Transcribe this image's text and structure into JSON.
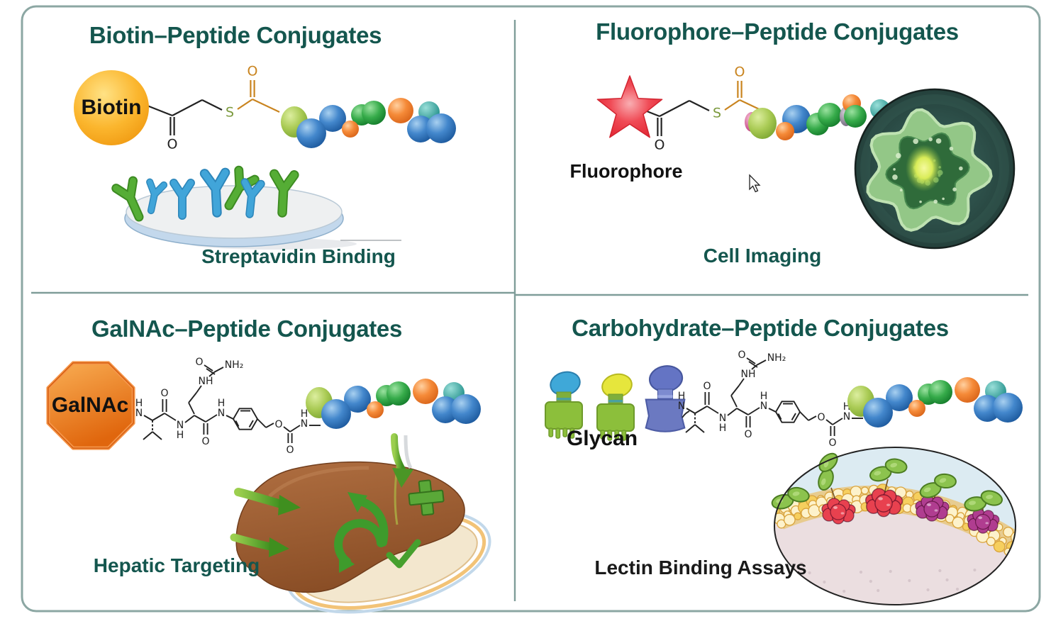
{
  "quadrants": {
    "biotin": {
      "title": "Biotin–Peptide Conjugates",
      "tag": "Biotin",
      "caption": "Streptavidin Binding"
    },
    "fluorophore": {
      "title": "Fluorophore–Peptide Conjugates",
      "tag": "Fluorophore",
      "caption": "Cell Imaging"
    },
    "galnac": {
      "title": "GalNAc–Peptide Conjugates",
      "tag": "GalNAc",
      "caption": "Hepatic Targeting"
    },
    "carbohydrate": {
      "title": "Carbohydrate–Peptide Conjugates",
      "tag": "Glycan",
      "caption": "Lectin Binding Assays"
    }
  },
  "atoms": {
    "o": "O",
    "s": "S",
    "n": "N",
    "h": "H",
    "nh": "NH",
    "nh2": "NH₂"
  },
  "colors": {
    "title_teal": "#14564e",
    "caption_teal": "#14564e",
    "caption_black": "#1a1a1a",
    "frame_border": "#8ca7a3",
    "divider": "#7f9d99",
    "biotin_orange": "#f7a823",
    "fluorophore_red": "#e9404b",
    "galnac_orange": "#ee7d1e",
    "bead_green": "#2f9e41",
    "bead_blue": "#2a6cb0",
    "bead_orange": "#ef7d2a",
    "bead_light_green": "#9dc653",
    "bead_teal": "#2aa7a0",
    "structure_black": "#222222",
    "structure_orange": "#c9841f",
    "sulfur_green": "#7c9a3e"
  }
}
